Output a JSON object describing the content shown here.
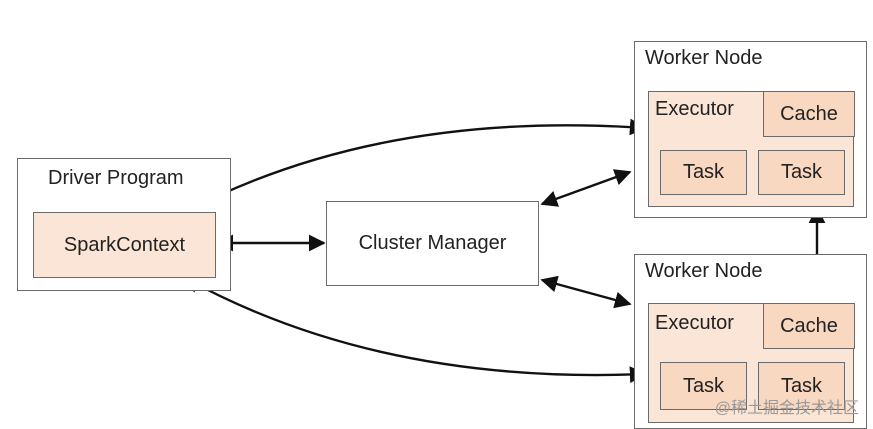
{
  "driver": {
    "title": "Driver Program",
    "context": "SparkContext"
  },
  "cluster_manager": {
    "label": "Cluster Manager"
  },
  "workers": [
    {
      "title": "Worker Node",
      "executor": "Executor",
      "cache": "Cache",
      "tasks": [
        "Task",
        "Task"
      ]
    },
    {
      "title": "Worker Node",
      "executor": "Executor",
      "cache": "Cache",
      "tasks": [
        "Task",
        "Task"
      ]
    }
  ],
  "watermark": "@稀土掘金技术社区",
  "colors": {
    "box_fill": "#fbe5d6",
    "border": "#6b6b6b",
    "arrow": "#111111"
  }
}
